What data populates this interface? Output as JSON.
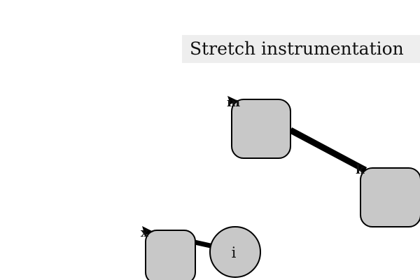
{
  "title": "Stretch instrumentation",
  "colors": {
    "node_fill": "#c8c8c8",
    "node_stroke": "#000000",
    "edge": "#000000",
    "title_background": "#eeeeee",
    "background": "#ffffff"
  },
  "nodes": {
    "m_box": {
      "label": "",
      "port_label": "m",
      "shape": "rounded-rect"
    },
    "k_box": {
      "label": "",
      "port_label": "k",
      "shape": "rounded-rect"
    },
    "x_box": {
      "label": "",
      "port_label": "x",
      "shape": "rounded-rect"
    },
    "i_circle": {
      "label": "i",
      "port_label": "",
      "shape": "circle"
    }
  },
  "edges": [
    {
      "from": "m_box",
      "to": "k_box"
    },
    {
      "from": "x_box",
      "to": "i_circle"
    }
  ]
}
